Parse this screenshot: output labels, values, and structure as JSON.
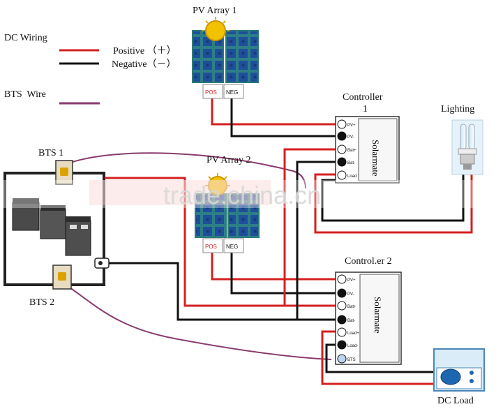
{
  "legend": {
    "dc_wiring": "DC Wiring",
    "positive": "Positive （＋）",
    "negative": "Negative（－）",
    "bts_wire": "BTS  Wire"
  },
  "pv_array_1": {
    "title": "PV Array 1",
    "pos": "POS",
    "neg": "NEG"
  },
  "pv_array_2": {
    "title": "PV Array 2",
    "pos": "POS",
    "neg": "NEG"
  },
  "controller_1": {
    "title": "Controller",
    "number": "1",
    "brand": "Solarmate",
    "terminals": [
      "PV+",
      "PV-",
      "Bat+",
      "Bat-",
      "Load"
    ]
  },
  "controller_2": {
    "title": "Control.er 2",
    "brand": "Solarmate",
    "terminals": [
      "PV+",
      "PV-",
      "Bat+",
      "Bat-",
      "Load+",
      "Load-",
      "BTS"
    ]
  },
  "lighting": "Lighting",
  "bts_1": "BTS 1",
  "bts_2": "BTS 2",
  "dc_load": "DC Load",
  "watermark": "trade.china.cn",
  "colors": {
    "positive": "#d41f1f",
    "negative": "#111111",
    "bts": "#8a3a6e",
    "panel_cell": "#1f4f9a",
    "panel_frame": "#2a7a7a"
  }
}
